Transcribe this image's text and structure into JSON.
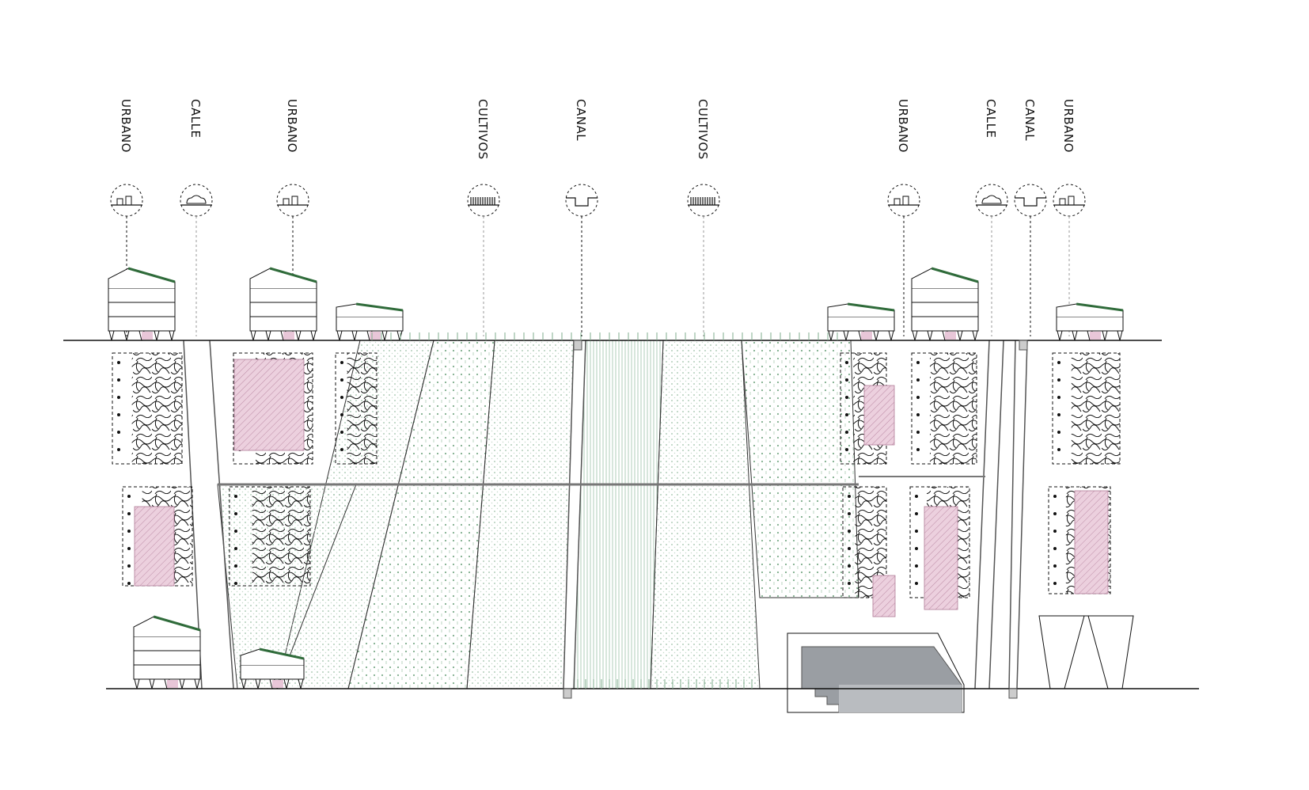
{
  "zones": [
    {
      "label": "URBANO",
      "icon": "buildings-icon"
    },
    {
      "label": "CALLE",
      "icon": "car-icon"
    },
    {
      "label": "URBANO",
      "icon": "buildings-icon"
    },
    {
      "label": "CULTIVOS",
      "icon": "crops-icon"
    },
    {
      "label": "CANAL",
      "icon": "canal-icon"
    },
    {
      "label": "CULTIVOS",
      "icon": "crops-icon"
    },
    {
      "label": "URBANO",
      "icon": "buildings-icon"
    },
    {
      "label": "CALLE",
      "icon": "car-icon"
    },
    {
      "label": "CANAL",
      "icon": "canal-icon"
    },
    {
      "label": "URBANO",
      "icon": "buildings-icon"
    }
  ],
  "colors": {
    "roof_green": "#2f6b3a",
    "crop_green": "#7fae8c",
    "pink": "#e8c6d8",
    "grey": "#9a9ea3",
    "line": "#111111"
  }
}
